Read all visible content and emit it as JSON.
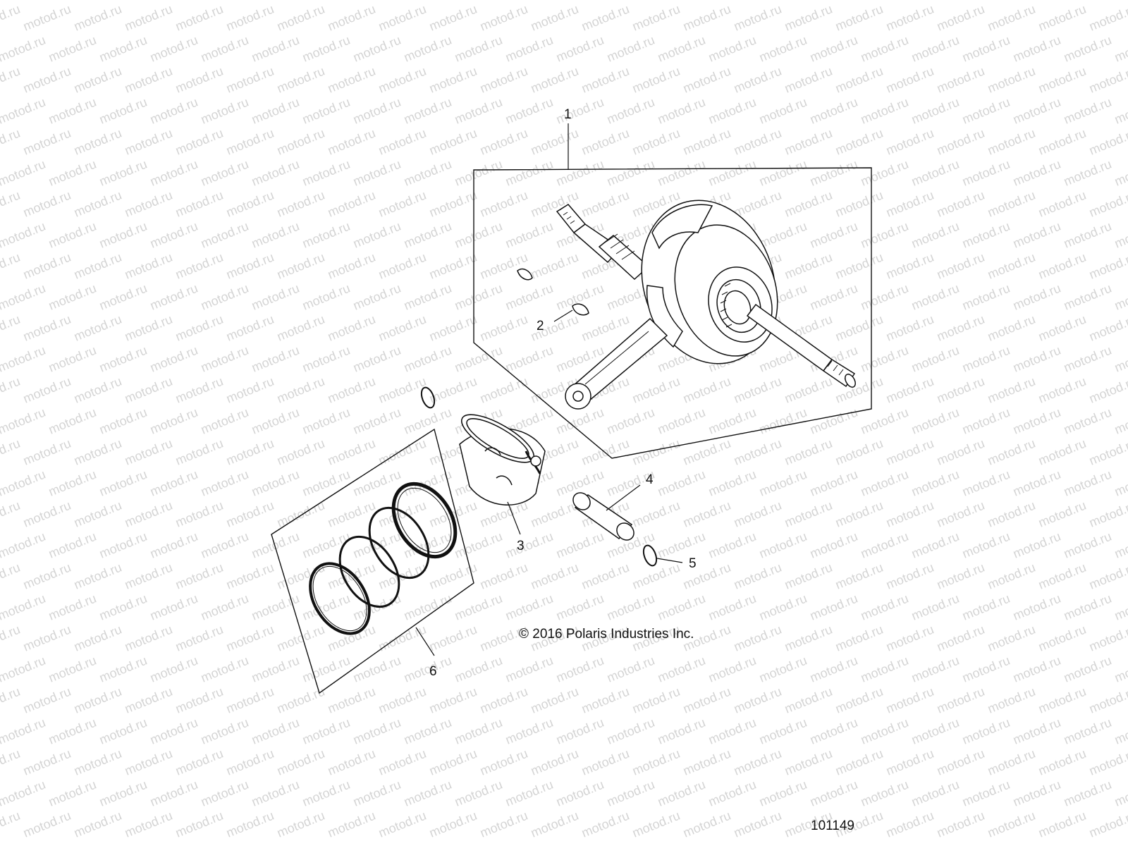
{
  "watermark_text": "motod.ru",
  "copyright": "© 2016 Polaris Industries Inc.",
  "drawing_number": "101149",
  "callouts": [
    {
      "id": "1",
      "label": "1"
    },
    {
      "id": "2",
      "label": "2"
    },
    {
      "id": "3",
      "label": "3"
    },
    {
      "id": "4",
      "label": "4"
    },
    {
      "id": "5",
      "label": "5"
    },
    {
      "id": "6",
      "label": "6"
    }
  ],
  "colors": {
    "line": "#111111",
    "watermark": "#d4d4d4",
    "background": "#ffffff"
  }
}
